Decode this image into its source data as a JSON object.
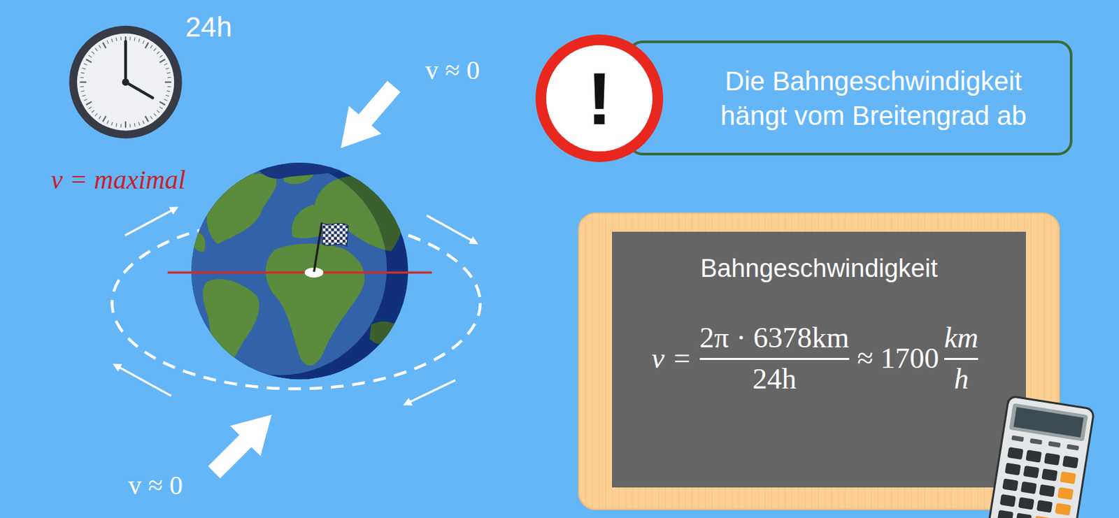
{
  "diagram": {
    "nodes": [
      {
        "text": [
          "Die Bahngeschwindigkeit hängt vom Breitengrad ab"
        ]
      },
      {
        "text": [
          "Bahngeschwindigkeit",
          "v =",
          "2π · 6378km",
          "24h",
          "≈ 1700",
          "km",
          "h"
        ]
      }
    ],
    "labels": [
      "24h",
      "v ≈ 0",
      "v = maximal",
      "v ≈ 0",
      "!"
    ]
  }
}
